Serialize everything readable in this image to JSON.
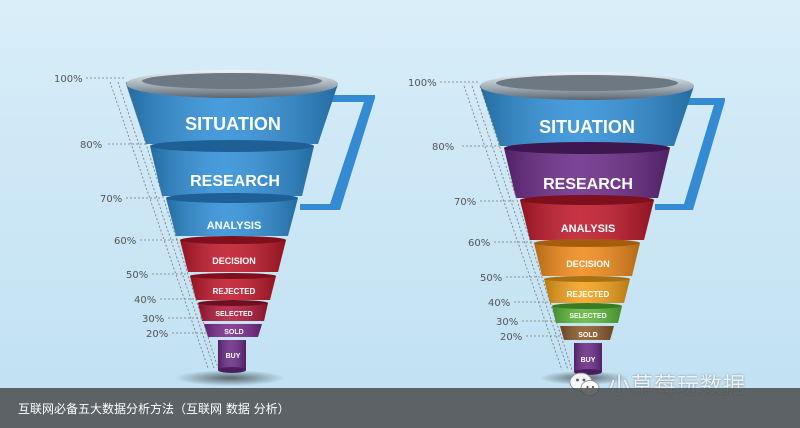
{
  "funnel_stages": [
    "SITUATION",
    "RESEARCH",
    "ANALYSIS",
    "DECISION",
    "REJECTED",
    "SELECTED",
    "SOLD",
    "BUY"
  ],
  "percent_labels": [
    "100%",
    "80%",
    "70%",
    "60%",
    "50%",
    "40%",
    "30%",
    "20%"
  ],
  "left_funnel_colors": [
    "#2f8fd8",
    "#2f8fd8",
    "#2f8fd8",
    "#c0182b",
    "#c0182b",
    "#b2183a",
    "#7a2a8c",
    "#6a2a86"
  ],
  "right_funnel_colors": [
    "#2f8fd8",
    "#6a2a86",
    "#c0182b",
    "#f08a1a",
    "#f3a21a",
    "#5cb83a",
    "#8a5a2a",
    "#6a2a86"
  ],
  "caption": "互联网必备五大数据分析方法（互联网  数据  分析）",
  "watermark": "小草莓玩数据"
}
